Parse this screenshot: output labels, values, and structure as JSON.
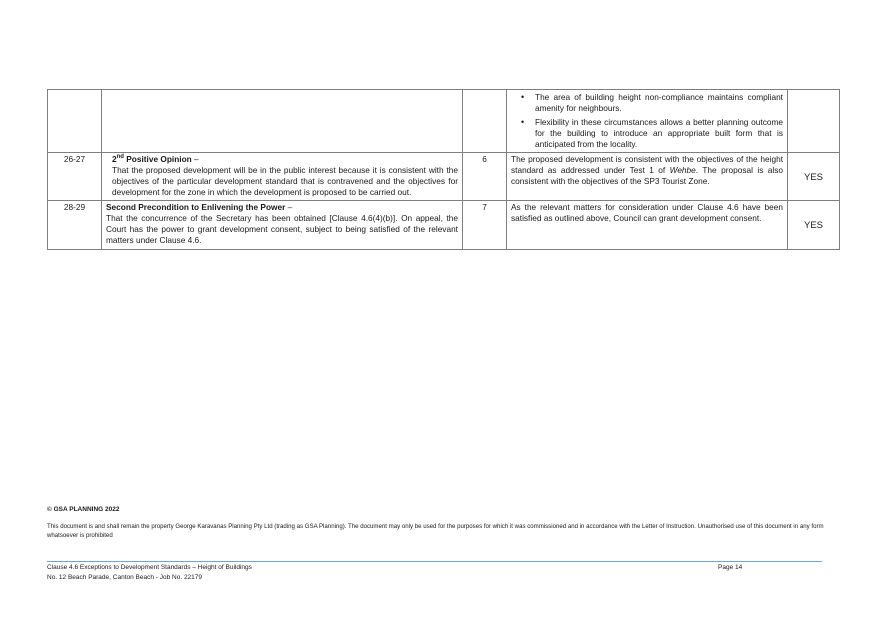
{
  "rows": [
    {
      "ref": "",
      "criterion": "",
      "page": "",
      "bullets": [
        "The area of building height non-compliance maintains compliant amenity for neighbours.",
        "Flexibility in these circumstances allows a better planning outcome for the building to introduce an appropriate built form that is anticipated from the locality."
      ],
      "result": ""
    },
    {
      "ref": "26-27",
      "title_main": "2",
      "title_sup": "nd",
      "title_rest": " Positive Opinion",
      "title_dash": " –",
      "criterion_text": "That the proposed development will be in the public interest because it is consistent with the objectives of the particular development standard that is contravened and the objectives for development for the zone in which the development is proposed to be carried out.",
      "page": "6",
      "comment_before": "The proposed development is consistent with the objectives of the height standard as addressed under Test 1 of ",
      "comment_italic": "Wehbe",
      "comment_after": ". The proposal is also consistent with the objectives of the SP3 Tourist Zone.",
      "result": "YES"
    },
    {
      "ref": "28-29",
      "title": "Second Precondition to Enlivening the Power",
      "title_dash": " –",
      "criterion_text": "That the concurrence of the Secretary has been obtained [Clause 4.6(4)(b)]. On appeal, the Court has the power to grant development consent, subject to being satisfied of the relevant matters under Clause 4.6.",
      "page": "7",
      "comment": "As the relevant matters for consideration under Clause 4.6 have been satisfied as outlined above, Council can grant development consent.",
      "result": "YES"
    }
  ],
  "copyright": "© GSA PLANNING 2022",
  "disclaimer": "This document is and shall remain the property George Karavanas Planning Pty Ltd (trading as GSA Planning). The document may only be used for the purposes for which it was commissioned and in accordance with the Letter of Instruction. Unauthorised use of this document in any form whatsoever is prohibited",
  "footer": {
    "line1": "Clause 4.6 Exceptions to Development Standards – Height of Buildings",
    "line2": "No. 12 Beach Parade, Canton Beach - Job No. 22179",
    "page_label": "Page 14"
  },
  "colors": {
    "border": "#7f7f7f",
    "footer_rule": "#6aa6d6",
    "text": "#1a1a1a"
  }
}
